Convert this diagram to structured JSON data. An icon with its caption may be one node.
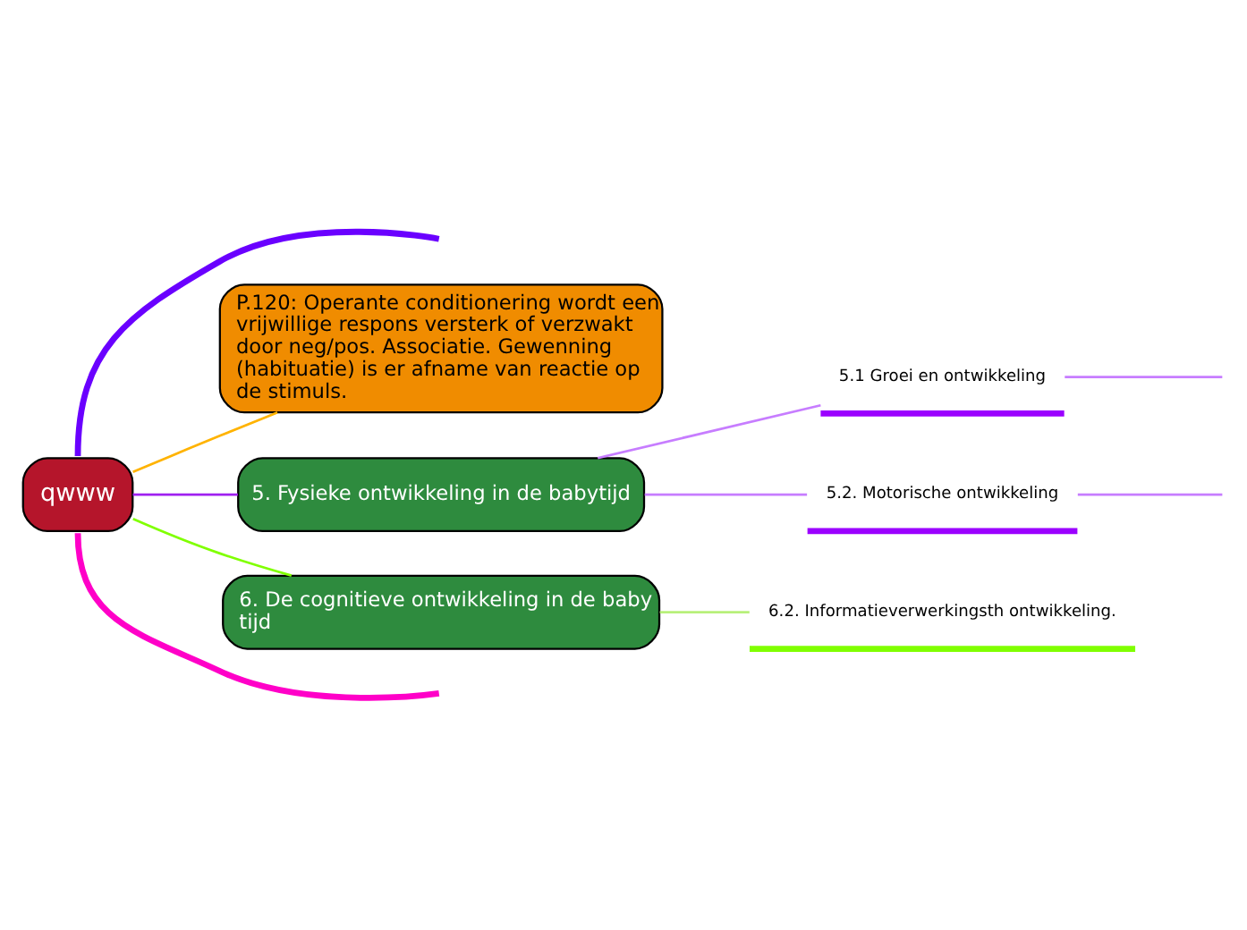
{
  "diagram": {
    "nodes": [
      {
        "text": [
          "qwww"
        ]
      },
      {
        "text": [
          "P.120: Operante conditionering wordt een vrijwillige respons versterk of verzwakt door neg/pos. Associatie. Gewenning (habituatie) is er afname van reactie op de stimuls."
        ]
      },
      {
        "text": [
          "5. Fysieke ontwikkeling in de babytijd"
        ]
      },
      {
        "text": [
          "5.1 Groei en ontwikkeling"
        ]
      },
      {
        "text": [
          "5.2. Motorische ontwikkeling"
        ]
      },
      {
        "text": [
          "6. De cognitieve ontwikkeling in de baby tijd"
        ]
      },
      {
        "text": [
          "6.2. Informatieverwerkingsth ontwikkeling."
        ]
      }
    ],
    "edges": [
      {
        "from": 0,
        "to": 1,
        "arrow": "none",
        "color": "#ffb300"
      },
      {
        "from": 0,
        "to": 2,
        "arrow": "none",
        "color": "#a020f0"
      },
      {
        "from": 2,
        "to": 3,
        "arrow": "none",
        "color": "#c77dff"
      },
      {
        "from": 2,
        "to": 4,
        "arrow": "none",
        "color": "#c77dff"
      },
      {
        "from": 0,
        "to": 5,
        "arrow": "none",
        "color": "#80ff00"
      },
      {
        "from": 5,
        "to": 6,
        "arrow": "none",
        "color": "#b8f07a"
      },
      {
        "from": 0,
        "to": null,
        "arrow": "none",
        "color": "#6a00ff",
        "style": "thick"
      },
      {
        "from": 0,
        "to": null,
        "arrow": "none",
        "color": "#ff00c8",
        "style": "thick"
      },
      {
        "from": 3,
        "to": null,
        "arrow": "none",
        "color": "#c77dff"
      },
      {
        "from": 4,
        "to": null,
        "arrow": "none",
        "color": "#c77dff"
      }
    ]
  }
}
